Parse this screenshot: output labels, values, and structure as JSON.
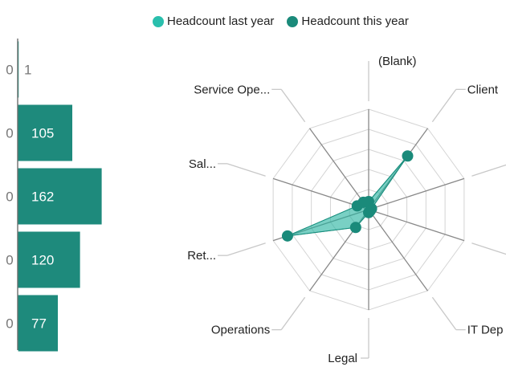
{
  "legend": {
    "items": [
      {
        "label": "Headcount last year",
        "color": "#2abfad"
      },
      {
        "label": "Headcount this year",
        "color": "#1a8a7a"
      }
    ]
  },
  "chart_data": [
    {
      "type": "bar",
      "orientation": "horizontal",
      "axis_tick_labels": [
        "0",
        "0",
        "0",
        "0",
        "0"
      ],
      "values": [
        1,
        105,
        162,
        120,
        77
      ],
      "data_labels": [
        "1",
        "105",
        "162",
        "120",
        "77"
      ],
      "color": "#1e8a7c",
      "xlim": [
        0,
        230
      ]
    },
    {
      "type": "radar",
      "axes": [
        "(Blank)",
        "Client",
        "",
        "",
        "IT Dep",
        "Legal",
        "Operations",
        "Ret...",
        "Sal...",
        "Service Ope..."
      ],
      "rmax": 10,
      "rings": 5,
      "series": [
        {
          "name": "Headcount last year",
          "color": "#2abfad",
          "values": [
            0.8,
            6.6,
            0.3,
            0.2,
            0.2,
            0.3,
            2.2,
            8.5,
            1.2,
            0.9
          ]
        },
        {
          "name": "Headcount this year",
          "color": "#1a8a7a",
          "values": [
            0.8,
            6.6,
            0.3,
            0.2,
            0.2,
            0.3,
            2.2,
            8.5,
            1.2,
            0.9
          ]
        }
      ]
    }
  ]
}
